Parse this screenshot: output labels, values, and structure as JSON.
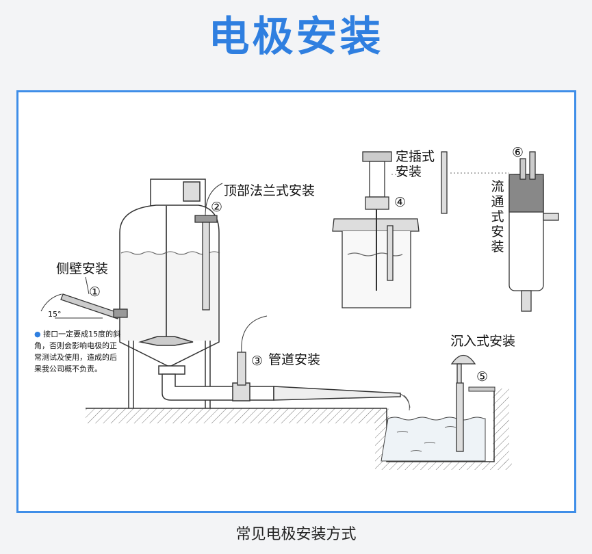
{
  "title": "电极安装",
  "caption": "常见电极安装方式",
  "labels": {
    "side_wall": "侧壁安装",
    "top_flange": "顶部法兰式安装",
    "pipe": "管道安装",
    "plug_in": "定插式安装",
    "flow_through": "流通式安装",
    "immersion": "沉入式安装"
  },
  "markers": [
    "①",
    "②",
    "③",
    "④",
    "⑤",
    "⑥"
  ],
  "angle": "15°",
  "note": "接口一定要成15度的斜角，否则会影响电极的正常测试及使用，造成的后果我公司概不负责。",
  "colors": {
    "accent": "#2f7fe0",
    "frame": "#3f8ee8"
  }
}
